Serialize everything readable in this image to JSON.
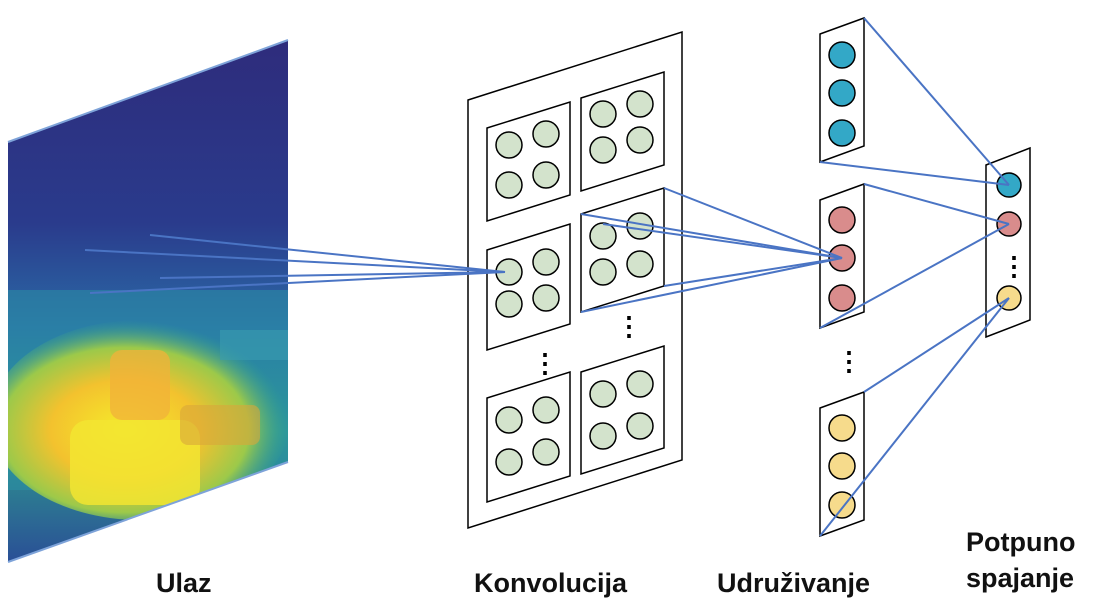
{
  "labels": {
    "input": "Ulaz",
    "convolution": "Konvolucija",
    "pooling": "Udruživanje",
    "fully_connected_line1": "Potpuno",
    "fully_connected_line2": "spajanje"
  },
  "colors": {
    "connection": "#4a74c4",
    "conv_neuron": "#d3e3cc",
    "pool_neuron_1": "#33a8c7",
    "pool_neuron_2": "#d98c8c",
    "pool_neuron_3": "#f6db8c",
    "fc_neuron_1": "#33a8c7",
    "fc_neuron_2": "#d98c8c",
    "fc_neuron_3": "#f6db8c",
    "heatmap_low": "#2c2b7a",
    "heatmap_mid": "#2ba3a0",
    "heatmap_high": "#f2e22a"
  }
}
